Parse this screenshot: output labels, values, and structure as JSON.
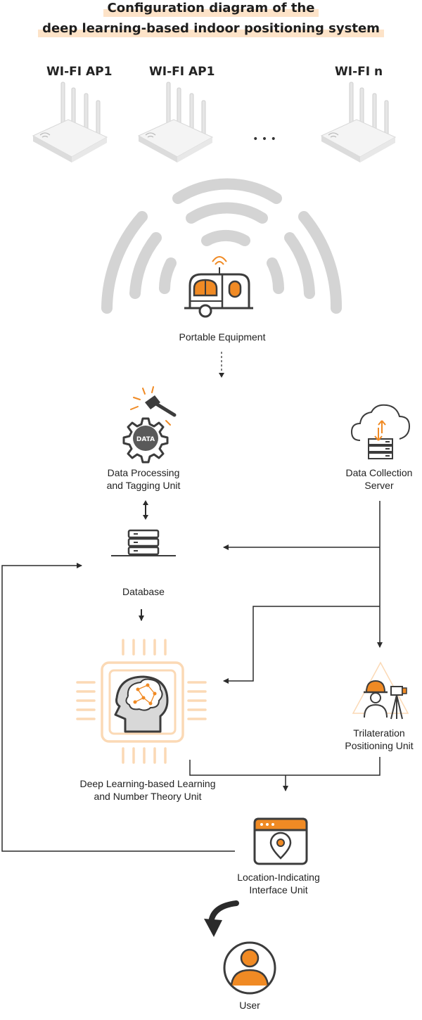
{
  "title": {
    "line1": "Configuration diagram of the",
    "line2": "deep learning-based indoor positioning system"
  },
  "access_points": [
    {
      "label": "WI-FI AP1"
    },
    {
      "label": "WI-FI AP1"
    },
    {
      "label": "WI-FI n"
    }
  ],
  "ellipsis": "• • •",
  "nodes": {
    "portable_equipment": "Portable Equipment",
    "data_processing": {
      "line1": "Data Processing",
      "line2": "and Tagging Unit"
    },
    "data_icon_text": "DATA",
    "data_collection": {
      "line1": "Data Collection",
      "line2": "Server"
    },
    "database": "Database",
    "deep_learning": {
      "line1": "Deep Learning-based Learning",
      "line2": "and Number Theory Unit"
    },
    "trilateration": {
      "line1": "Trilateration",
      "line2": "Positioning Unit"
    },
    "location_interface": {
      "line1": "Location-Indicating",
      "line2": "Interface Unit"
    },
    "user": "User"
  },
  "colors": {
    "accent": "#f08a24",
    "accent_light": "#fbd9b5",
    "icon_gray": "#3c3c3c",
    "wave_gray": "#d4d4d4",
    "line": "#2b2b2b"
  }
}
